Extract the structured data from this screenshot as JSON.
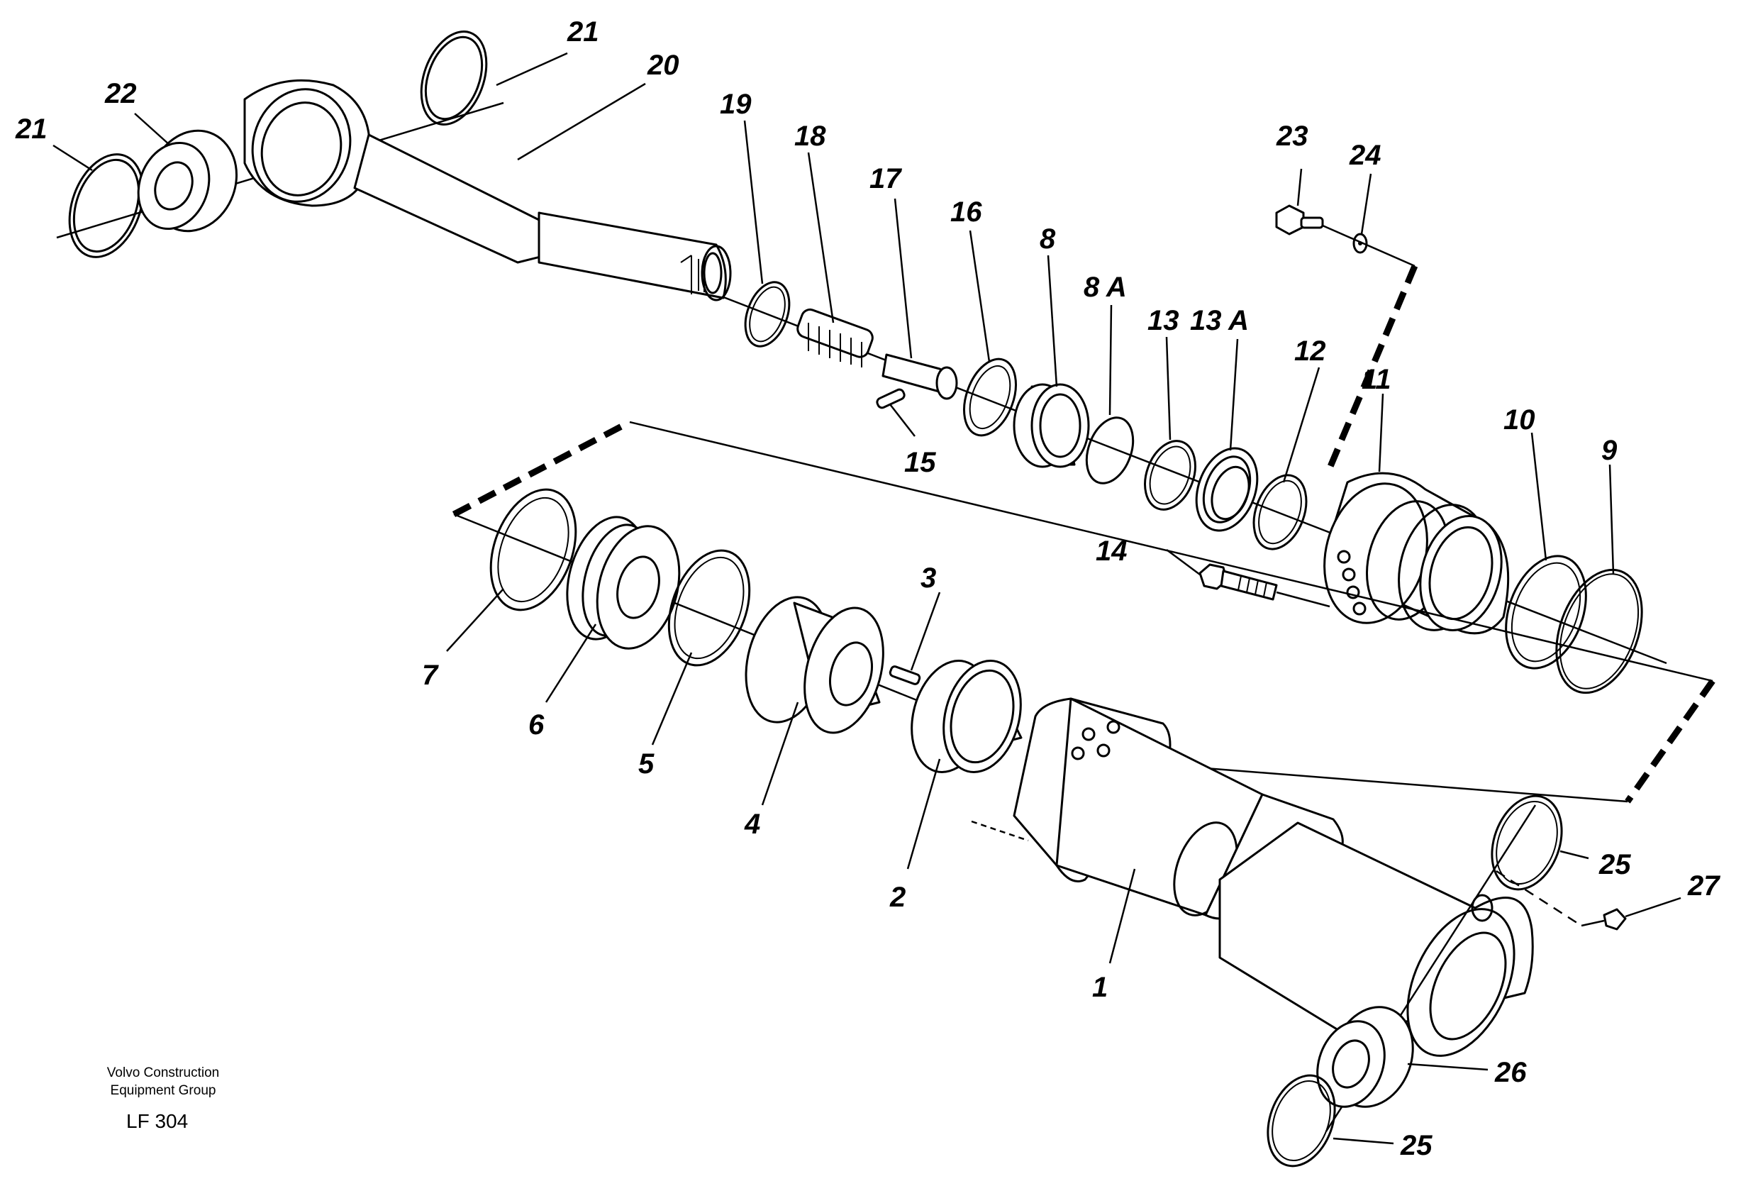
{
  "callouts": {
    "c1": "1",
    "c2": "2",
    "c3": "3",
    "c4": "4",
    "c5": "5",
    "c6": "6",
    "c7": "7",
    "c8": "8",
    "c8a": "8 A",
    "c9": "9",
    "c10": "10",
    "c11": "11",
    "c12": "12",
    "c13": "13",
    "c13a": "13 A",
    "c14": "14",
    "c15": "15",
    "c16": "16",
    "c17": "17",
    "c18": "18",
    "c19": "19",
    "c20": "20",
    "c21a": "21",
    "c21b": "21",
    "c22": "22",
    "c23": "23",
    "c24": "24",
    "c25a": "25",
    "c25b": "25",
    "c26": "26",
    "c27": "27"
  },
  "footer": {
    "company_line1": "Volvo Construction",
    "company_line2": "Equipment Group",
    "drawing_code": "LF 304"
  }
}
